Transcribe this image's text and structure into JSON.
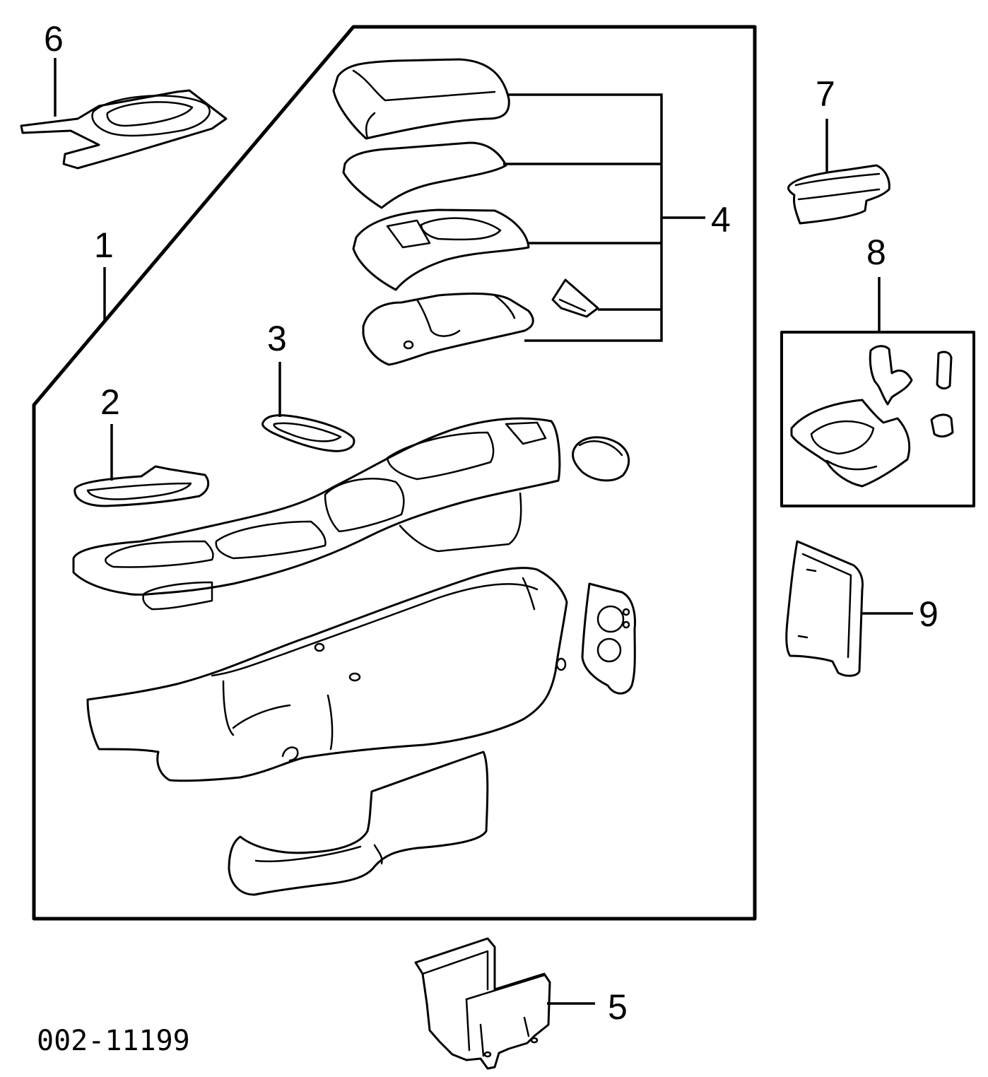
{
  "diagram": {
    "callouts": [
      {
        "id": "callout-1",
        "text": "1"
      },
      {
        "id": "callout-2",
        "text": "2"
      },
      {
        "id": "callout-3",
        "text": "3"
      },
      {
        "id": "callout-4",
        "text": "4"
      },
      {
        "id": "callout-5",
        "text": "5"
      },
      {
        "id": "callout-6",
        "text": "6"
      },
      {
        "id": "callout-7",
        "text": "7"
      },
      {
        "id": "callout-8",
        "text": "8"
      },
      {
        "id": "callout-9",
        "text": "9"
      }
    ],
    "reference_number": "002-11199"
  }
}
